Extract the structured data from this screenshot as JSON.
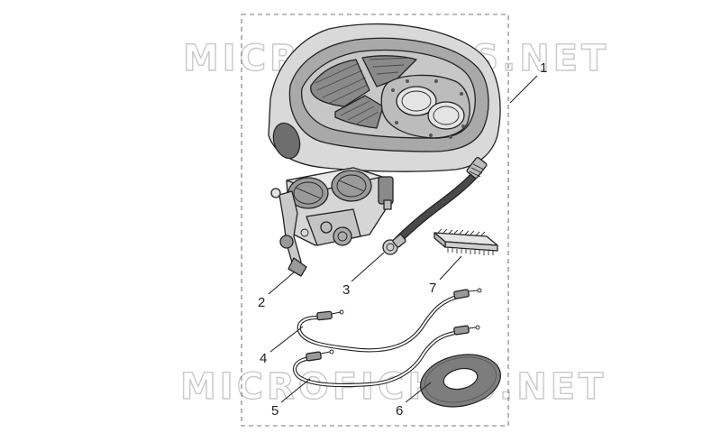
{
  "watermark": {
    "top_text": "MICROFICHES.NET",
    "bottom_text": "MICROFICHES.NET"
  },
  "colors": {
    "part_fill": "#d9d9d9",
    "part_dark": "#7d7d7d",
    "part_mid": "#b5b5b5",
    "outline": "#222222",
    "frame": "#7a7a7a"
  },
  "callouts": [
    {
      "id": "1",
      "label": "1",
      "part": "air-box-cover"
    },
    {
      "id": "2",
      "label": "2",
      "part": "throttle-body"
    },
    {
      "id": "3",
      "label": "3",
      "part": "fuel-hose"
    },
    {
      "id": "4",
      "label": "4",
      "part": "throttle-cable-upper"
    },
    {
      "id": "5",
      "label": "5",
      "part": "throttle-cable-lower"
    },
    {
      "id": "6",
      "label": "6",
      "part": "sealing-ring"
    },
    {
      "id": "7",
      "label": "7",
      "part": "ecu-chip"
    }
  ]
}
